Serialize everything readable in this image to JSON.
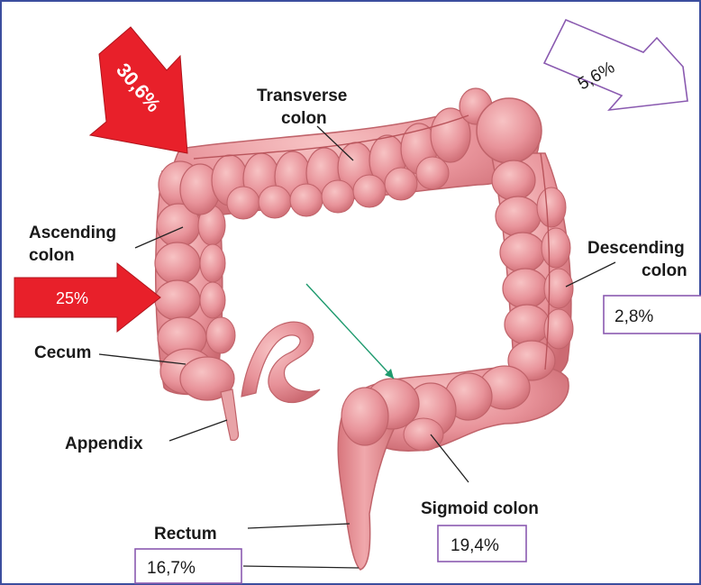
{
  "labels": {
    "transverse": [
      "Transverse",
      "colon"
    ],
    "ascending": [
      "Ascending",
      "colon"
    ],
    "descending": [
      "Descending",
      "colon"
    ],
    "cecum": "Cecum",
    "appendix": "Appendix",
    "sigmoid": "Sigmoid colon",
    "rectum": "Rectum"
  },
  "percentages": {
    "transverse_arrow": "30,6%",
    "ascending_arrow": "25%",
    "splenic_arrow": "5,6%",
    "descending": "2,8%",
    "sigmoid": "19,4%",
    "rectum": "16,7%"
  },
  "colors": {
    "frame": "#3c4e9e",
    "colon_fill": "#e8939a",
    "colon_shade": "#d27278",
    "colon_highlight": "#f5b6b8",
    "red_arrow": "#e8202a",
    "outline_arrow": "#8a5ab0",
    "box_border": "#8a5ab0",
    "green_arrow": "#1e9a6e"
  }
}
